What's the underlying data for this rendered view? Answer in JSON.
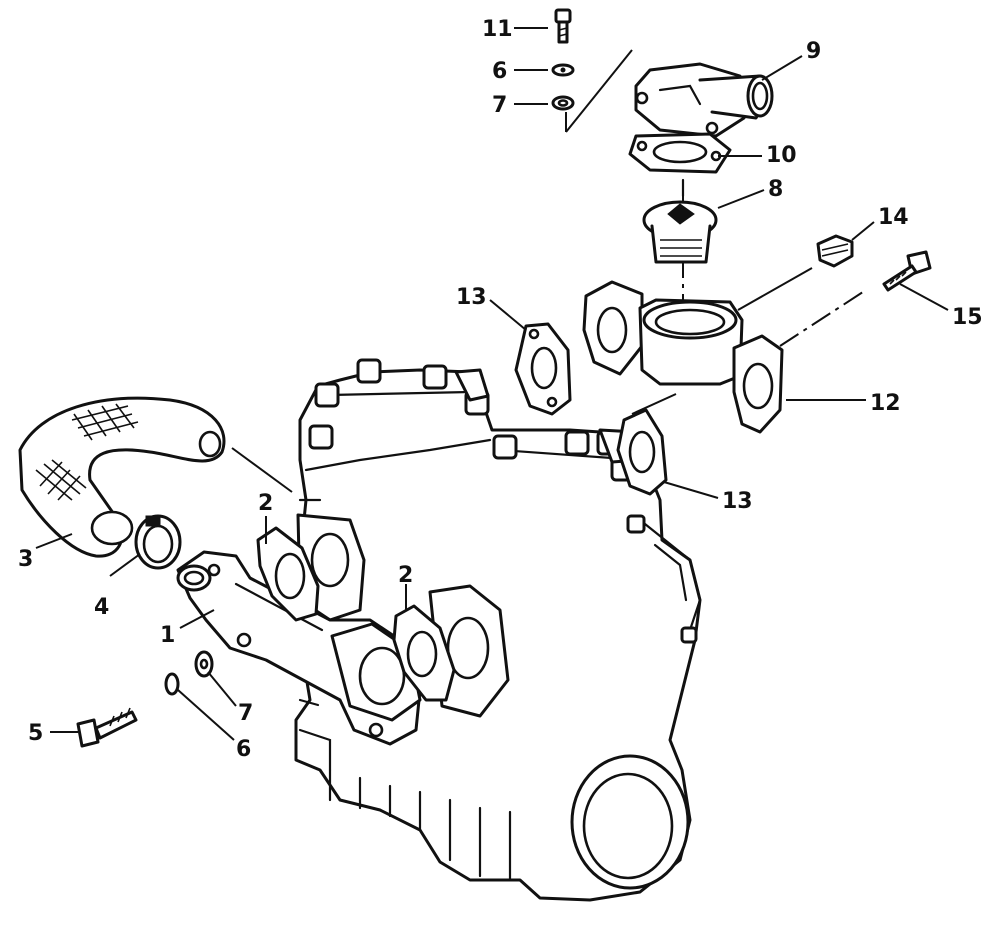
{
  "callouts": {
    "c1": "1",
    "c2a": "2",
    "c2b": "2",
    "c3": "3",
    "c4": "4",
    "c5": "5",
    "c6a": "6",
    "c6b": "6",
    "c7a": "7",
    "c7b": "7",
    "c8": "8",
    "c9": "9",
    "c10": "10",
    "c11": "11",
    "c12": "12",
    "c13a": "13",
    "c13b": "13",
    "c14": "14",
    "c15": "15"
  },
  "colors": {
    "ink": "#111111",
    "paper": "#ffffff"
  }
}
